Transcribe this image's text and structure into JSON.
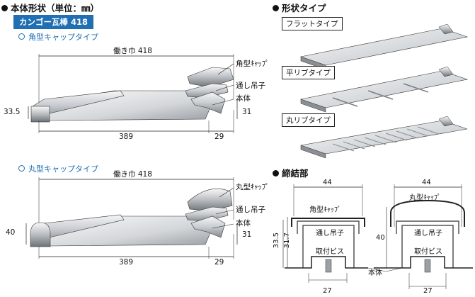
{
  "body_shape": {
    "heading": "本体形状（単位：㎜）",
    "product_badge": "カンゴー瓦棒 418",
    "square_cap": {
      "title": "角型キャップタイプ",
      "working_width": "働き巾 418",
      "callouts": [
        "角型ｷｬｯﾌﾟ",
        "通し吊子",
        "本体"
      ],
      "dim_height": "33.5",
      "dim_base": "389",
      "dim_right_width": "29",
      "dim_right_height": "31"
    },
    "round_cap": {
      "title": "丸型キャップタイプ",
      "working_width": "働き巾 418",
      "callouts": [
        "丸型ｷｬｯﾌﾟ",
        "通し吊子",
        "本体"
      ],
      "dim_height": "40",
      "dim_base": "389",
      "dim_right_width": "29",
      "dim_right_height": "31"
    }
  },
  "shape_types": {
    "heading": "形状タイプ",
    "types": [
      "フラットタイプ",
      "平リブタイプ",
      "丸リブタイプ"
    ]
  },
  "fastening": {
    "heading": "締結部",
    "square": {
      "width": "44",
      "cap_label": "角型ｷｬｯﾌﾟ",
      "clip_label": "通し吊子",
      "screw_label": "取付ビス",
      "dim_outer": "33.5",
      "dim_inner": "31.7",
      "dim_base": "27"
    },
    "round": {
      "width": "44",
      "cap_label": "丸型ｷｬｯﾌﾟ",
      "clip_label": "通し吊子",
      "screw_label": "取付ビス",
      "dim_height": "40",
      "dim_base": "27"
    },
    "body_label": "本体"
  },
  "colors": {
    "accent_blue": "#1f6fb2",
    "metal_light": "#e6e8ea",
    "metal_dark": "#8a8f94",
    "line": "#222222"
  }
}
